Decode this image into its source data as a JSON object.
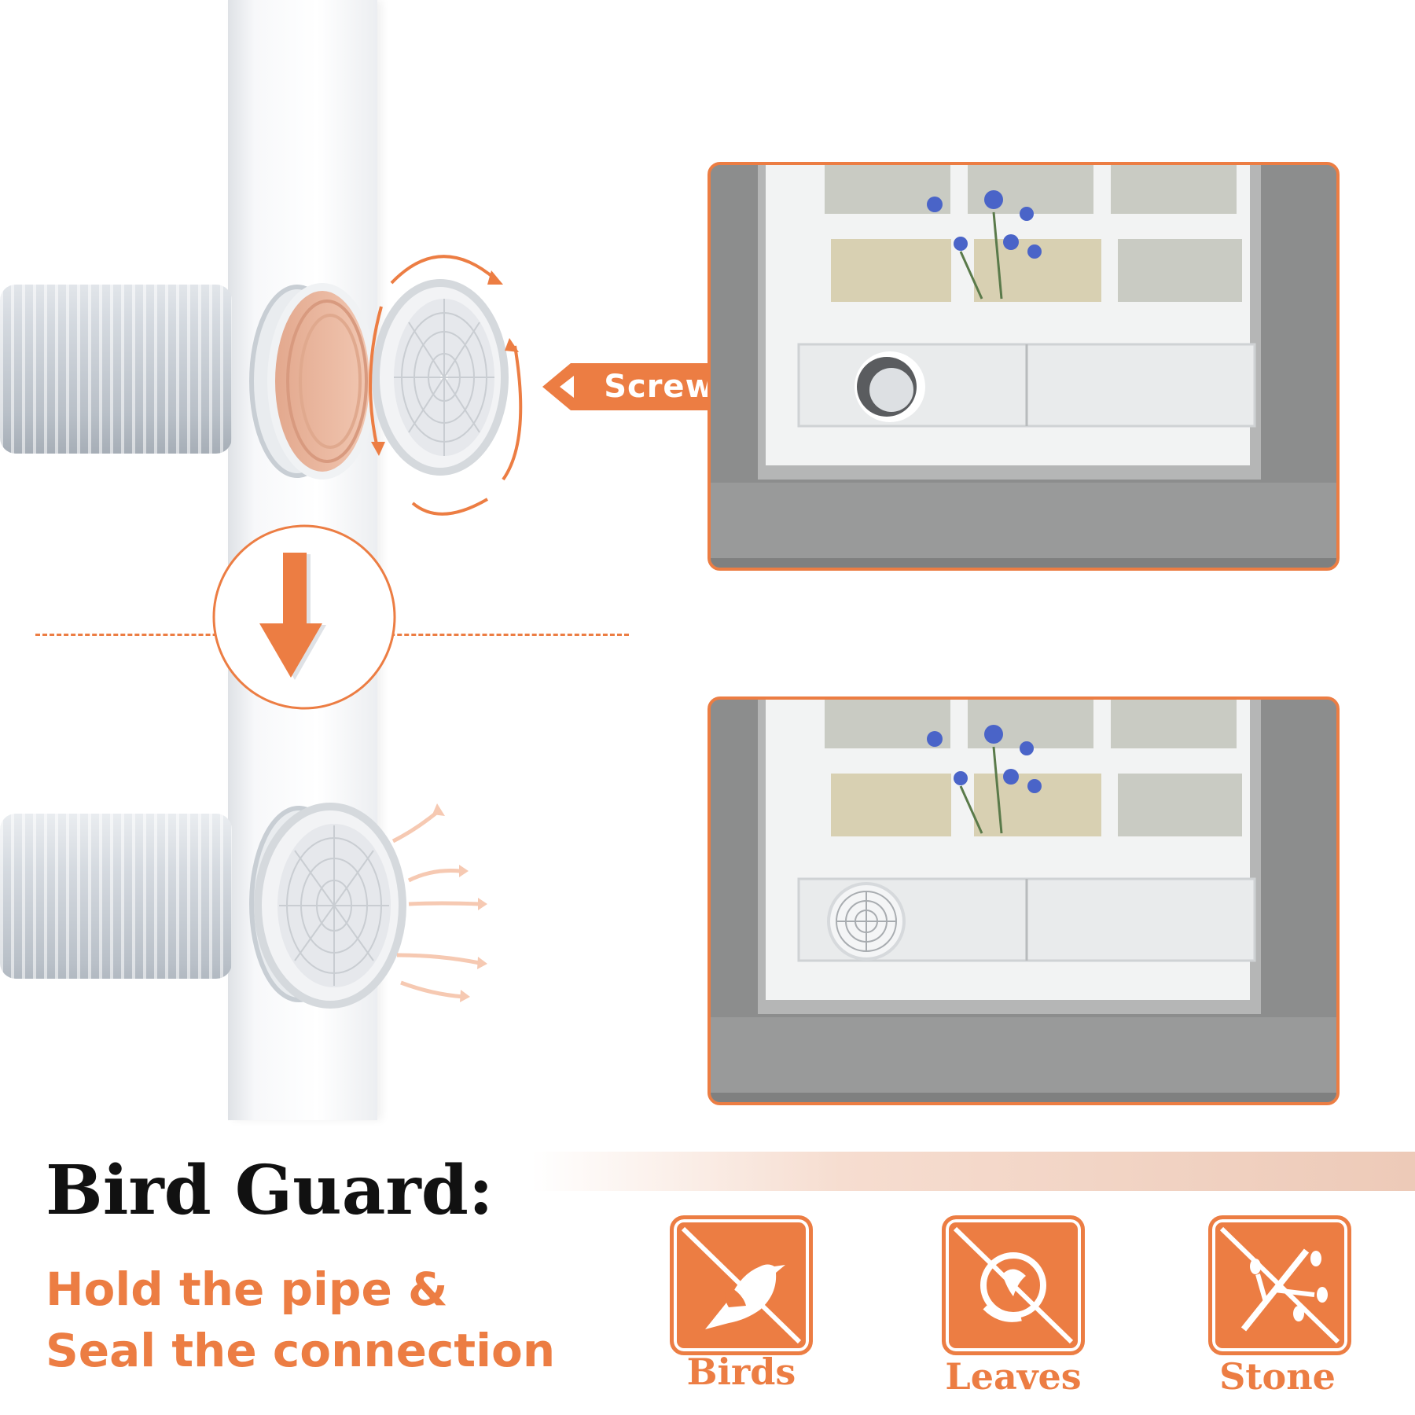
{
  "callout": {
    "action_label": "Screw In"
  },
  "feature": {
    "title": "Bird Guard:",
    "subtitle_line1": "Hold the pipe &",
    "subtitle_line2": "Seal the connection"
  },
  "blocked_items": [
    {
      "label": "Birds",
      "icon": "bird-icon"
    },
    {
      "label": "Leaves",
      "icon": "leaf-icon"
    },
    {
      "label": "Stone",
      "icon": "branch-icon"
    }
  ],
  "colors": {
    "accent": "#ec7d43",
    "title": "#111111",
    "board": "#f4f5f7",
    "wall": "#8e8f8f"
  }
}
